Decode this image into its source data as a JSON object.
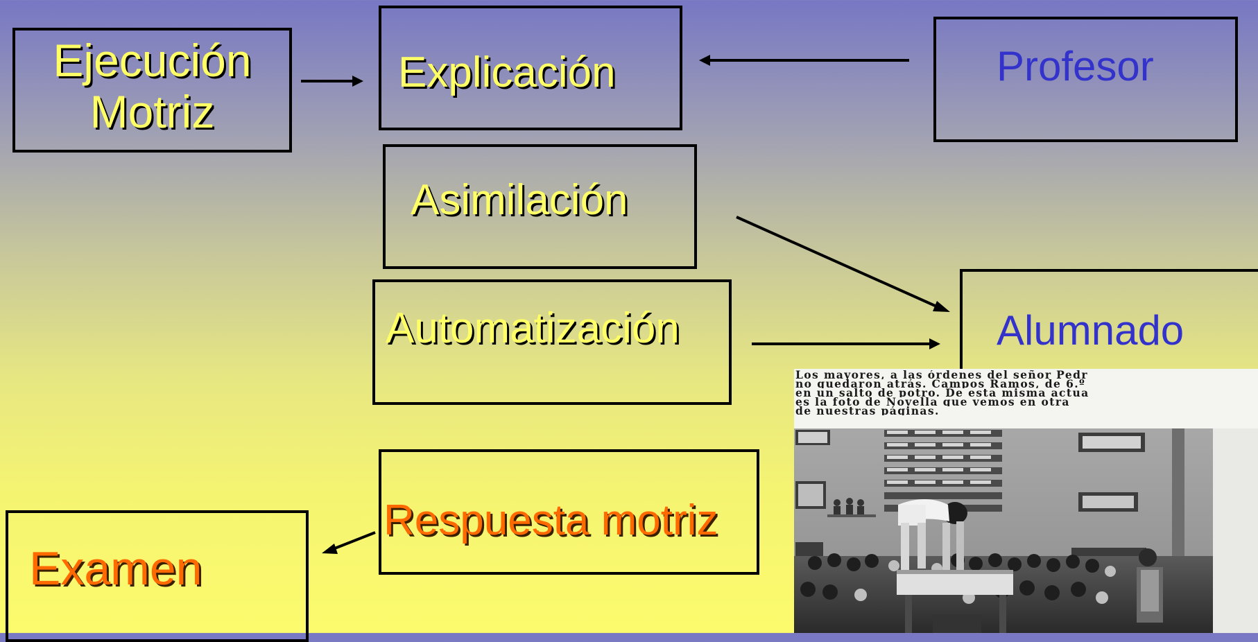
{
  "diagram": {
    "ejecucion_line1": "Ejecución",
    "ejecucion_line2": "Motriz",
    "explicacion": "Explicación",
    "profesor": "Profesor",
    "asimilacion": "Asimilación",
    "automatizacion": "Automatización",
    "alumnado": "Alumnado",
    "respuesta": "Respuesta motriz",
    "examen": "Examen"
  },
  "photo": {
    "caption_lines": [
      "Los mayores, a las órdenes del señor Pedr",
      "no quedaron atrás. Campos Ramos, de 6.º",
      "en un salto de potro. De esta misma actua",
      "es la foto de Novella que vemos en otra",
      "de nuestras páginas."
    ]
  },
  "colors": {
    "box_text": "#ffff66",
    "examen_text": "#ff6a00",
    "actor_text": "#3333cc",
    "border": "#000000"
  }
}
